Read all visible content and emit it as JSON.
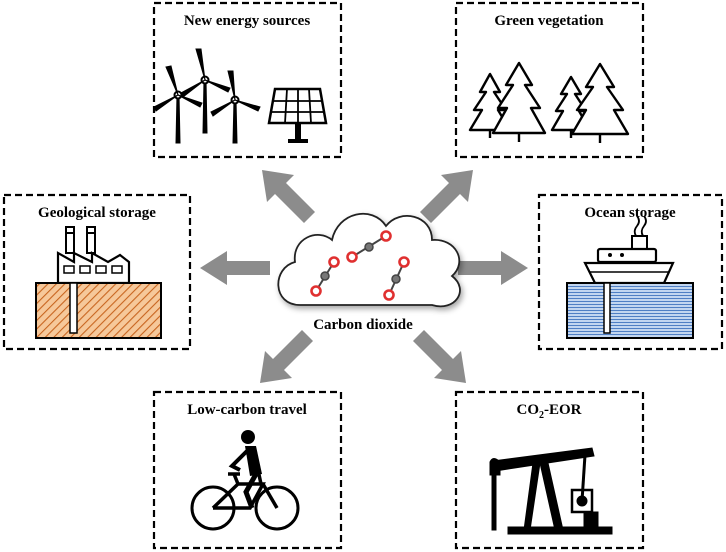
{
  "center": {
    "label": "Carbon dioxide"
  },
  "boxes": {
    "new_energy": {
      "label": "New energy sources"
    },
    "green_vegetation": {
      "label": "Green vegetation"
    },
    "geological_storage": {
      "label": "Geological storage"
    },
    "ocean_storage": {
      "label": "Ocean storage"
    },
    "low_carbon_travel": {
      "label": "Low-carbon travel"
    },
    "co2_eor": {
      "label_prefix": "CO",
      "label_sub": "2",
      "label_suffix": "-EOR"
    }
  },
  "colors": {
    "arrow": "#8c8c8c",
    "geological_fill": "#e8a15c",
    "ocean_fill": "#7ea3d6",
    "molecule_oxygen": "#e03030",
    "molecule_carbon": "#555555"
  }
}
